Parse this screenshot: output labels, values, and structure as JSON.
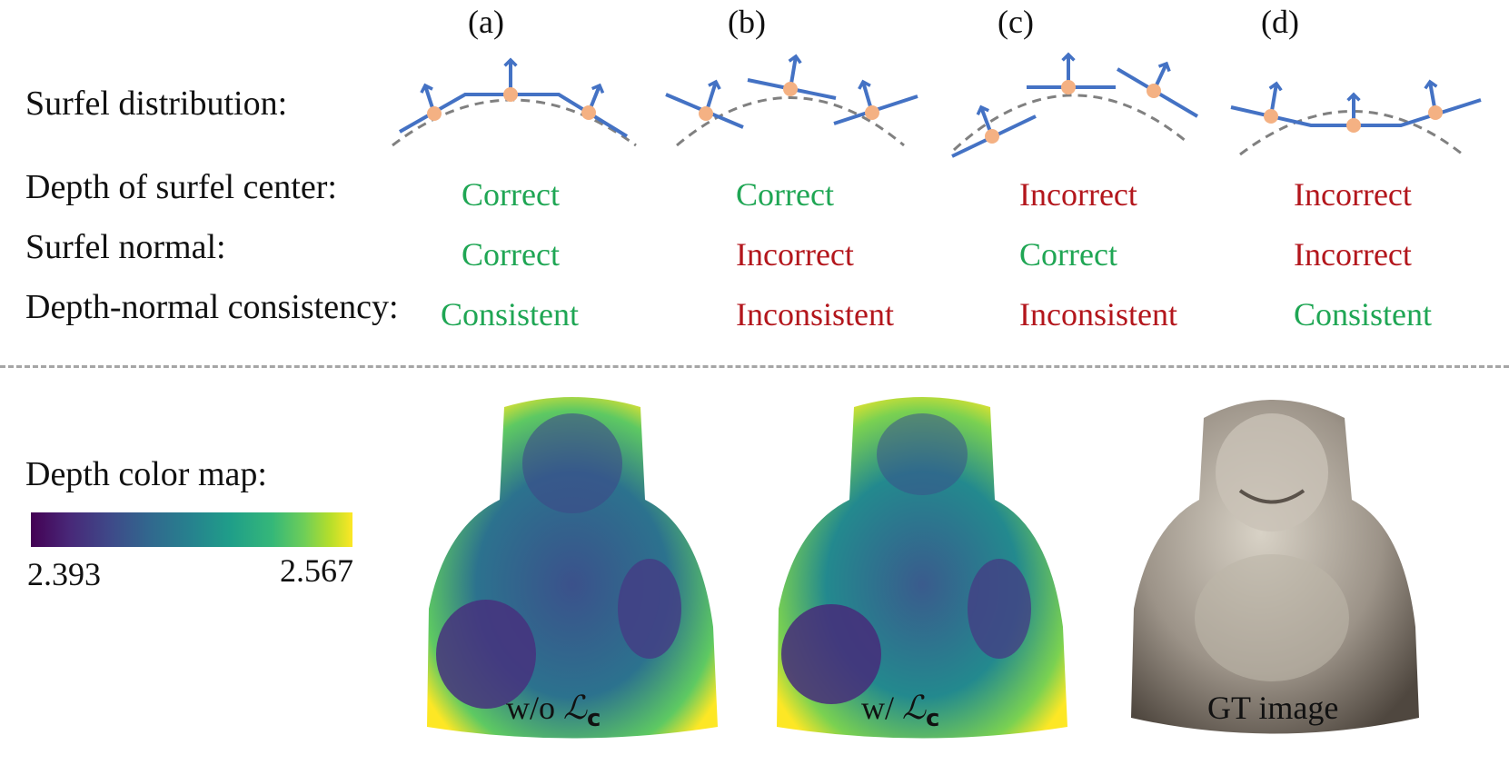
{
  "panels": [
    "(a)",
    "(b)",
    "(c)",
    "(d)"
  ],
  "rows": {
    "surfel_distribution": "Surfel distribution:",
    "depth_center": "Depth of surfel center:",
    "normal": "Surfel normal:",
    "consistency": "Depth-normal consistency:"
  },
  "status": {
    "a": {
      "depth": "Correct",
      "normal": "Correct",
      "consistency": "Consistent"
    },
    "b": {
      "depth": "Correct",
      "normal": "Incorrect",
      "consistency": "Inconsistent"
    },
    "c": {
      "depth": "Incorrect",
      "normal": "Correct",
      "consistency": "Inconsistent"
    },
    "d": {
      "depth": "Incorrect",
      "normal": "Incorrect",
      "consistency": "Consistent"
    }
  },
  "colormap": {
    "label": "Depth color map:",
    "min": "2.393",
    "max": "2.567"
  },
  "captions": {
    "without": "w/o ",
    "with": "w/ ",
    "loss_symbol": "ℒ",
    "loss_sub": "c",
    "gt": "GT image"
  },
  "colors": {
    "correct": "#1fa654",
    "incorrect": "#b3161c",
    "surfel": "#4472c4",
    "center": "#f4b183",
    "surface": "#808080"
  }
}
